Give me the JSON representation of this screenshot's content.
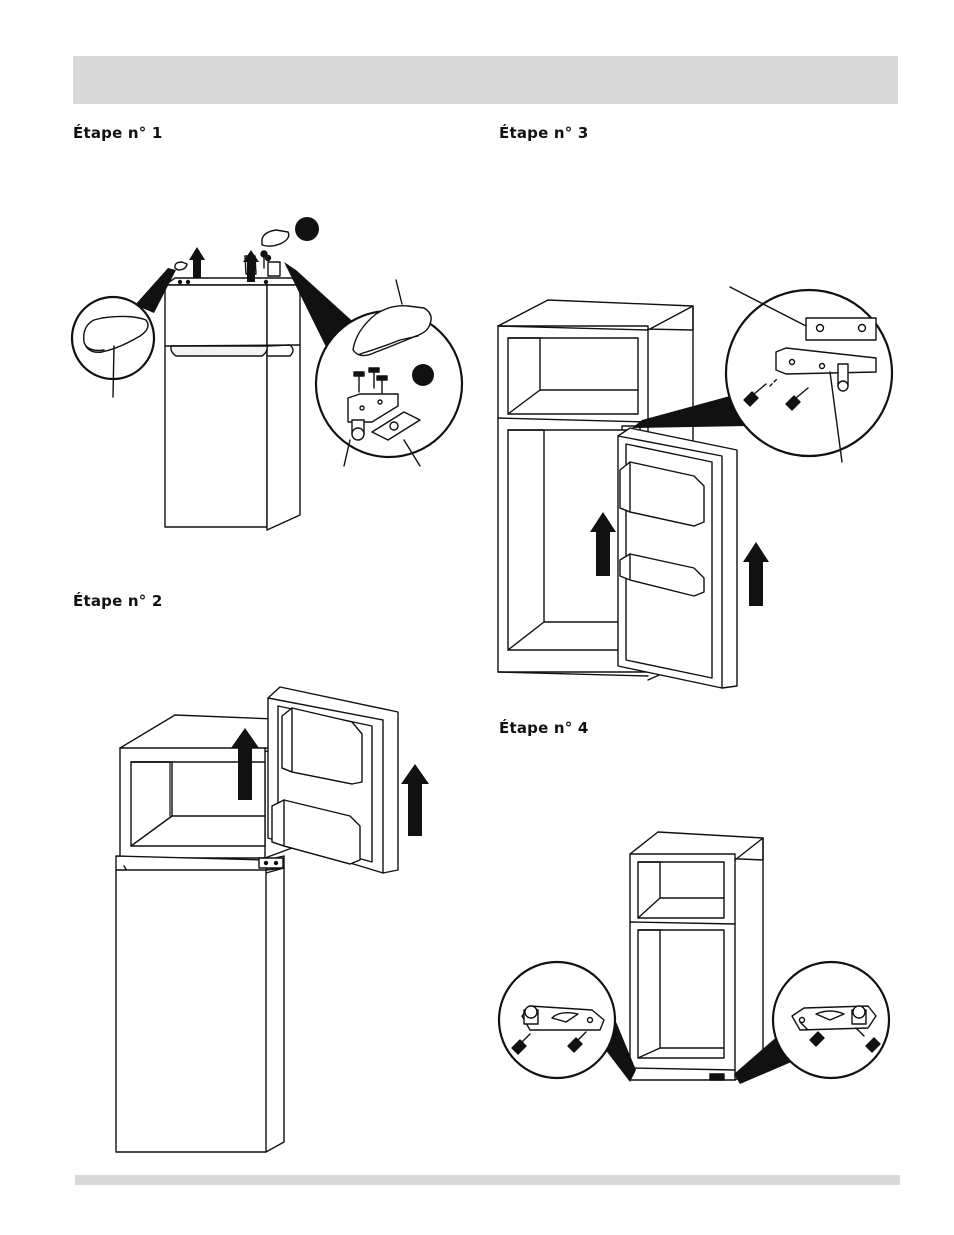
{
  "steps": [
    {
      "label": "Étape n° 1"
    },
    {
      "label": "Étape n° 2"
    },
    {
      "label": "Étape n° 3"
    },
    {
      "label": "Étape n° 4"
    }
  ]
}
